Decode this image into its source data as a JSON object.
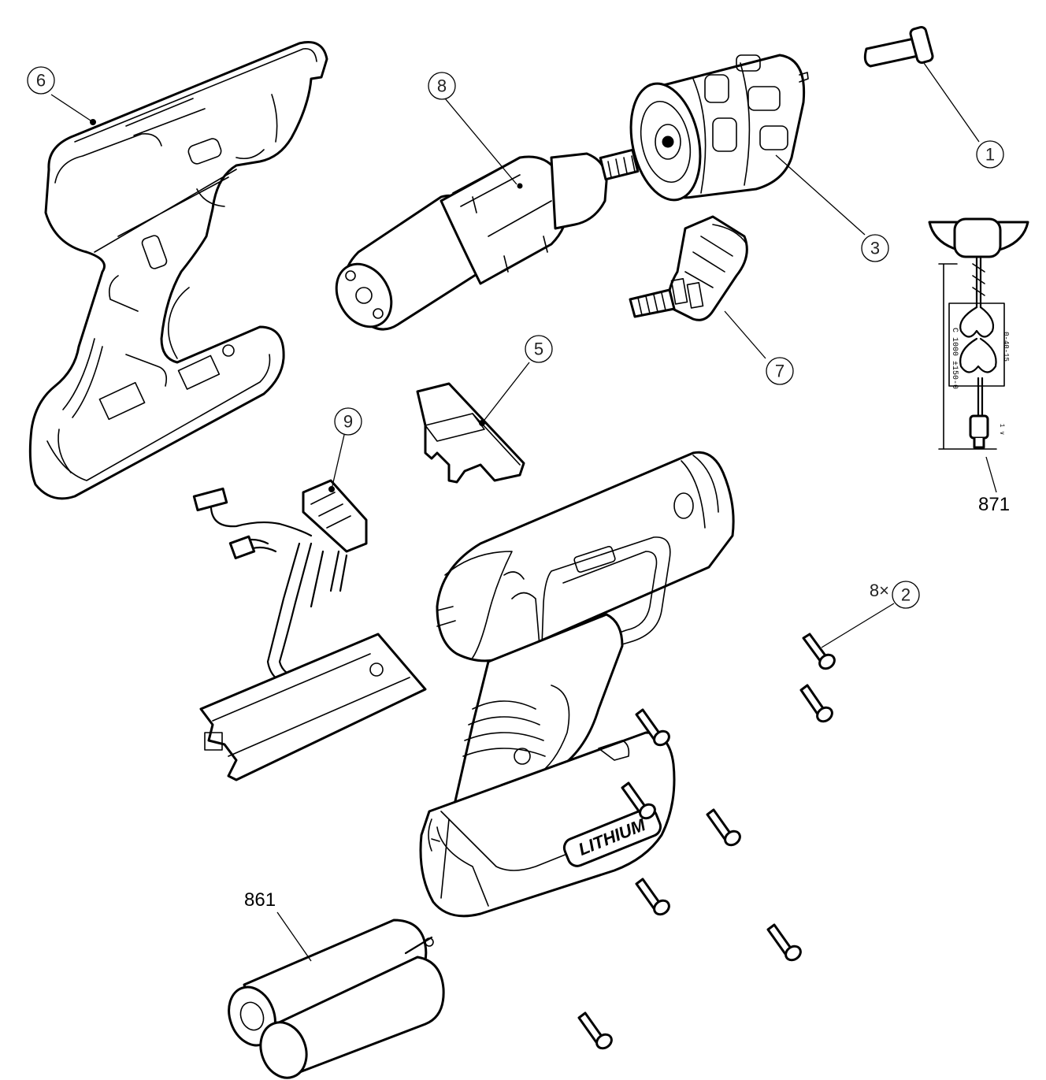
{
  "callouts": [
    {
      "id": "1",
      "label": "1"
    },
    {
      "id": "3",
      "label": "3"
    },
    {
      "id": "5",
      "label": "5"
    },
    {
      "id": "6",
      "label": "6"
    },
    {
      "id": "7",
      "label": "7"
    },
    {
      "id": "8",
      "label": "8"
    },
    {
      "id": "9",
      "label": "9"
    },
    {
      "id": "2",
      "label": "2",
      "quantity": "8×"
    }
  ],
  "labels": {
    "battery_pack": "861",
    "charger": "871"
  },
  "product_branding": "LITHIUM"
}
